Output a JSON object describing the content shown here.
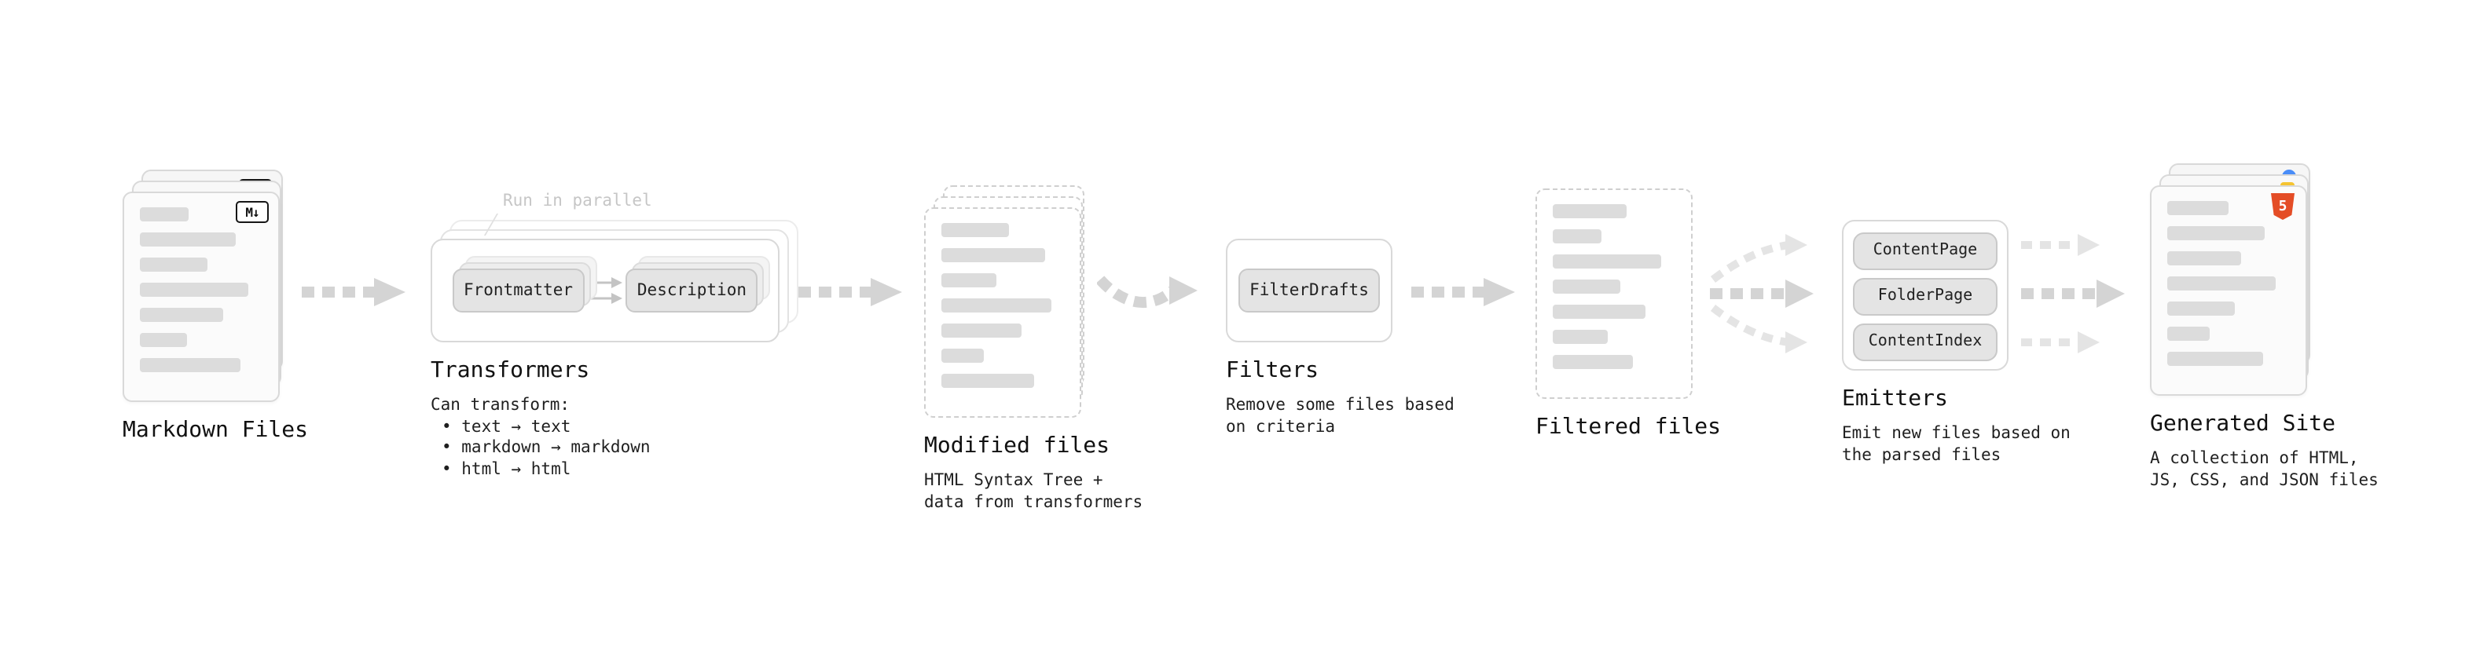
{
  "diagram": {
    "nodes": {
      "markdown_files": {
        "label": "Markdown Files",
        "badge_text": "M↓",
        "bars": [
          40,
          78,
          55,
          88,
          68,
          38,
          82
        ]
      },
      "transformers": {
        "label": "Transformers",
        "parallel_note": "Run in parallel",
        "steps": [
          "Frontmatter",
          "Description"
        ],
        "desc_lines": [
          "Can transform:",
          "• text → text",
          "• markdown → markdown",
          "• html → html"
        ]
      },
      "modified_files": {
        "label": "Modified files",
        "bars": [
          55,
          85,
          45,
          90,
          65,
          35,
          75
        ],
        "desc_lines": [
          "HTML Syntax Tree +",
          "data from transformers"
        ]
      },
      "filters": {
        "label": "Filters",
        "steps": [
          "FilterDrafts"
        ],
        "desc_lines": [
          "Remove some files based",
          "on criteria"
        ]
      },
      "filtered_files": {
        "label": "Filtered files",
        "bars": [
          60,
          40,
          88,
          55,
          75,
          45,
          65
        ]
      },
      "emitters": {
        "label": "Emitters",
        "steps": [
          "ContentPage",
          "FolderPage",
          "ContentIndex"
        ],
        "desc_lines": [
          "Emit new files based on",
          "the parsed files"
        ]
      },
      "generated_site": {
        "label": "Generated Site",
        "badge_text": "5",
        "bars": [
          50,
          80,
          60,
          88,
          55,
          35,
          78
        ],
        "desc_lines": [
          "A collection of HTML,",
          "JS, CSS, and JSON files"
        ]
      }
    },
    "colors": {
      "arrow": "#d4d4d4",
      "arrow_light": "#e4e4e4",
      "card_border": "#d9d9d9",
      "dashed_border": "#cfcfcf",
      "bar": "#dcdcdc",
      "button_bg": "#e4e4e4",
      "button_border": "#c9c9c9",
      "box_border": "#d9d9d9",
      "text": "#111111",
      "note": "#c6c6c6",
      "html5_orange": "#e44d26",
      "badge_blue": "#4a8df8",
      "badge_yellow": "#f5c432"
    }
  }
}
